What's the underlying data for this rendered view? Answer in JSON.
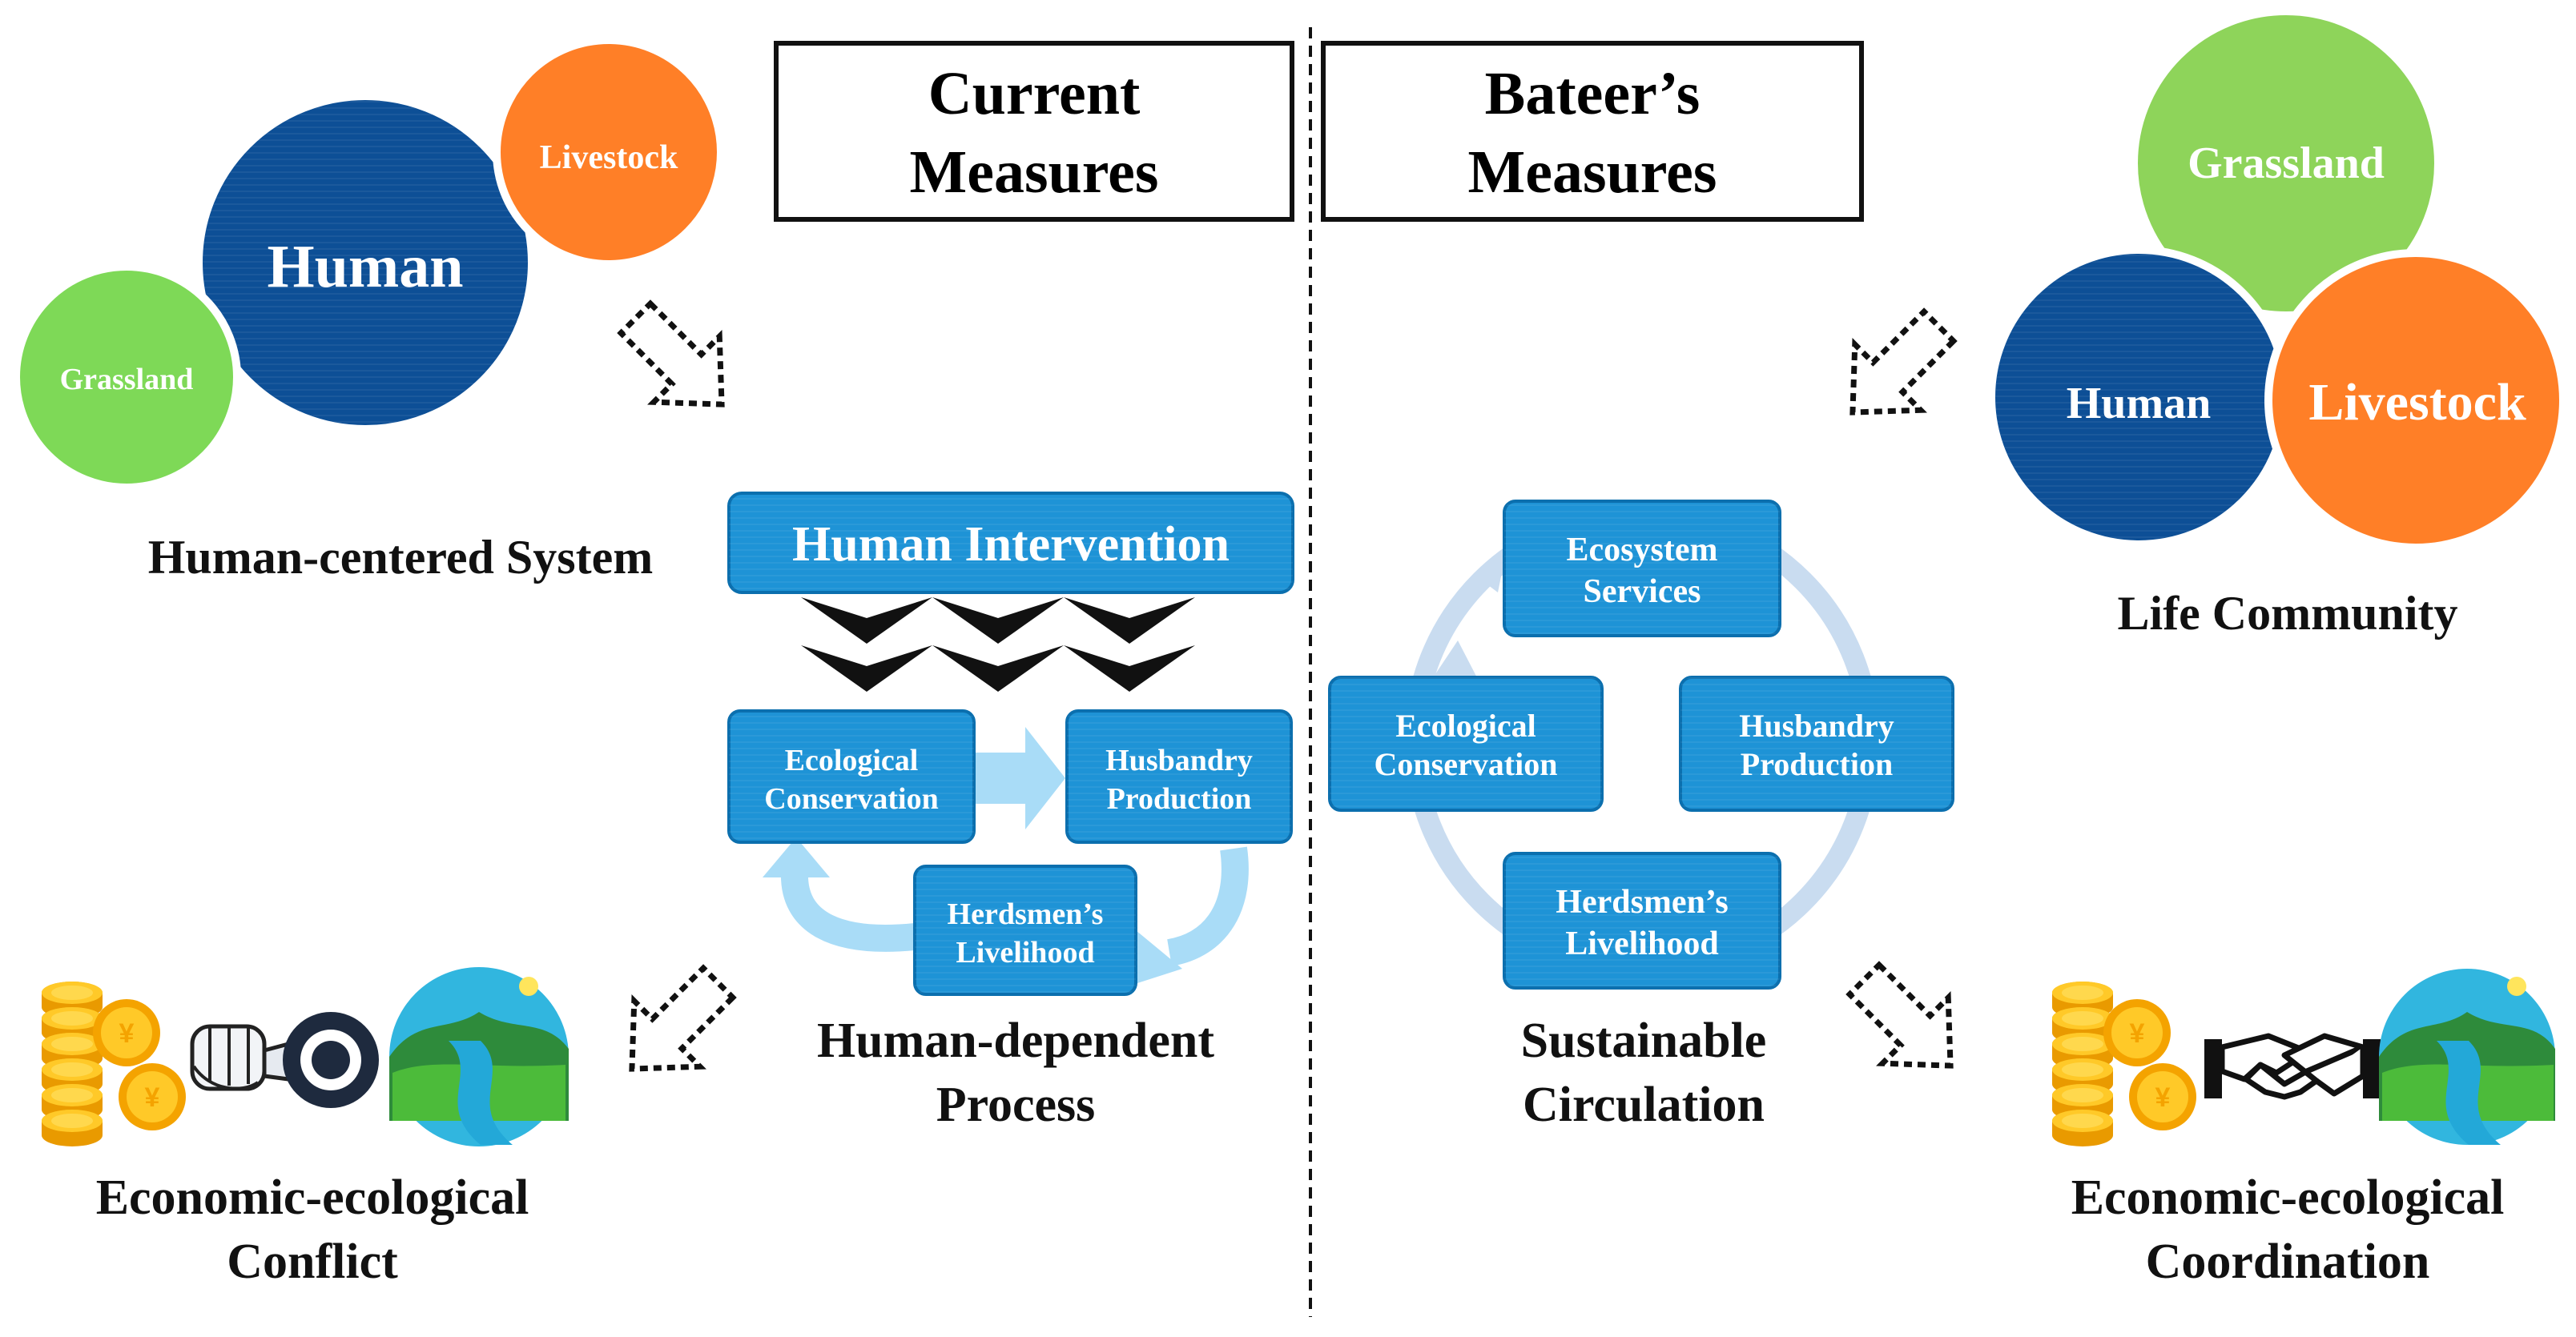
{
  "left": {
    "header": {
      "line1": "Current",
      "line2": "Measures"
    },
    "system": {
      "circles": {
        "human": "Human",
        "livestock": "Livestock",
        "grassland": "Grassland"
      },
      "caption": "Human-centered System"
    },
    "process": {
      "top_box": "Human Intervention",
      "eco": {
        "line1": "Ecological",
        "line2": "Conservation"
      },
      "hus": {
        "line1": "Husbandry",
        "line2": "Production"
      },
      "herd": {
        "line1": "Herdsmen’s",
        "line2": "Livelihood"
      },
      "caption": {
        "line1": "Human-dependent",
        "line2": "Process"
      }
    },
    "outcome": {
      "line1": "Economic-ecological",
      "line2": "Conflict"
    }
  },
  "right": {
    "header": {
      "line1": "Bateer’s",
      "line2": "Measures"
    },
    "system": {
      "circles": {
        "grassland": "Grassland",
        "human": "Human",
        "livestock": "Livestock"
      },
      "caption": "Life Community"
    },
    "cycle": {
      "eco_services": {
        "line1": "Ecosystem",
        "line2": "Services"
      },
      "eco": {
        "line1": "Ecological",
        "line2": "Conservation"
      },
      "hus": {
        "line1": "Husbandry",
        "line2": "Production"
      },
      "herd": {
        "line1": "Herdsmen’s",
        "line2": "Livelihood"
      },
      "caption": {
        "line1": "Sustainable",
        "line2": "Circulation"
      }
    },
    "outcome": {
      "line1": "Economic-ecological",
      "line2": "Coordination"
    }
  },
  "icons": {
    "coins": "coin-stack-icon",
    "fist": "fist-icon",
    "ring": "ring-icon",
    "landscape": "river-landscape-icon",
    "handshake": "handshake-icon"
  },
  "colors": {
    "human_blue": "#0D4F96",
    "livestock_orange": "#FF7F27",
    "grassland_green": "#7ED957",
    "box_blue": "#1E93D6",
    "light_arrow": "#A9DCF7",
    "cycle_ring": "#C9DCF0"
  }
}
